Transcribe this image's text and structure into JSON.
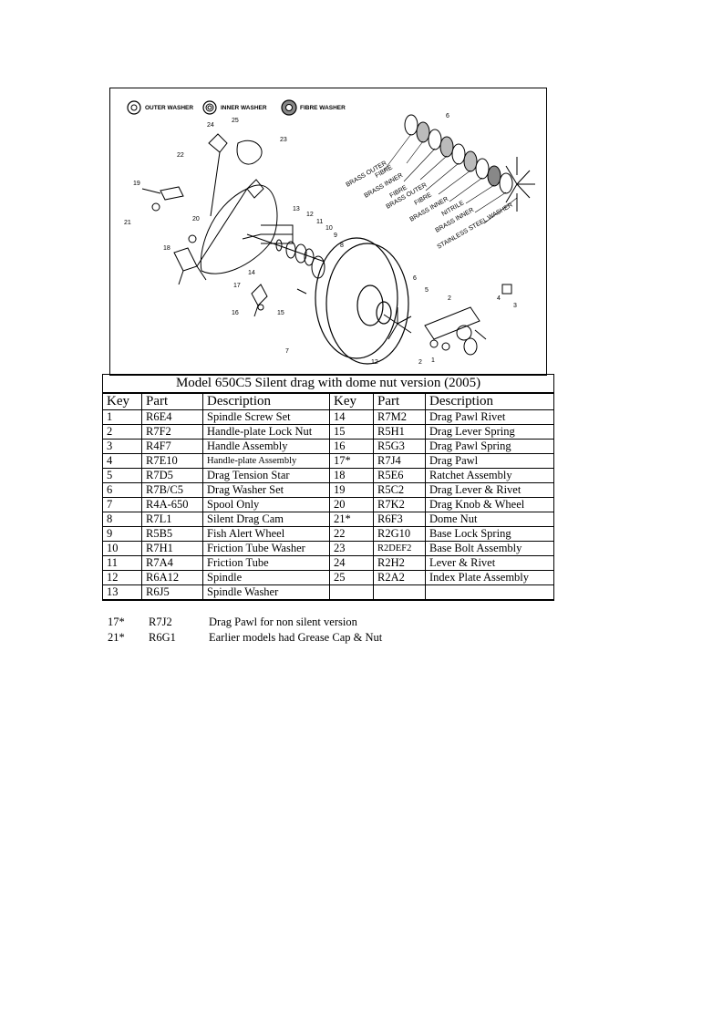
{
  "diagram": {
    "legend": {
      "outer_washer": "OUTER WASHER",
      "inner_washer": "INNER WASHER",
      "fibre_washer": "FIBRE WASHER"
    },
    "callouts": [
      "1",
      "2",
      "2",
      "3",
      "4",
      "5",
      "6",
      "6",
      "7",
      "8",
      "9",
      "10",
      "11",
      "12",
      "12",
      "13",
      "14",
      "15",
      "16",
      "17",
      "18",
      "19",
      "20",
      "21",
      "22",
      "23",
      "24",
      "25"
    ],
    "washer_stack_labels": [
      "BRASS OUTER",
      "FIBRE",
      "BRASS INNER",
      "FIBRE",
      "BRASS OUTER",
      "FIBRE",
      "BRASS INNER",
      "NITRILE",
      "BRASS INNER",
      "STAINLESS STEEL WASHER"
    ]
  },
  "table": {
    "title": "Model 650C5 Silent drag with dome nut version (2005)",
    "headers": [
      "Key",
      "Part",
      "Description",
      "Key",
      "Part",
      "Description"
    ],
    "rows": [
      [
        "1",
        "R6E4",
        "Spindle Screw Set",
        "14",
        "R7M2",
        "Drag Pawl Rivet"
      ],
      [
        "2",
        "R7F2",
        "Handle-plate Lock Nut",
        "15",
        "R5H1",
        "Drag Lever Spring"
      ],
      [
        "3",
        "R4F7",
        "Handle Assembly",
        "16",
        "R5G3",
        "Drag Pawl Spring"
      ],
      [
        "4",
        "R7E10",
        "Handle-plate Assembly",
        "17*",
        "R7J4",
        "Drag Pawl"
      ],
      [
        "5",
        "R7D5",
        "Drag Tension Star",
        "18",
        "R5E6",
        "Ratchet Assembly"
      ],
      [
        "6",
        "R7B/C5",
        "Drag Washer Set",
        "19",
        "R5C2",
        "Drag Lever & Rivet"
      ],
      [
        "7",
        "R4A-650",
        "Spool Only",
        "20",
        "R7K2",
        "Drag Knob & Wheel"
      ],
      [
        "8",
        "R7L1",
        "Silent Drag Cam",
        "21*",
        "R6F3",
        "Dome Nut"
      ],
      [
        "9",
        "R5B5",
        "Fish Alert Wheel",
        "22",
        "R2G10",
        "Base Lock Spring"
      ],
      [
        "10",
        "R7H1",
        "Friction Tube Washer",
        "23",
        "R2DEF2",
        "Base Bolt Assembly"
      ],
      [
        "11",
        "R7A4",
        "Friction Tube",
        "24",
        "R2H2",
        "Lever & Rivet"
      ],
      [
        "12",
        "R6A12",
        "Spindle",
        "25",
        "R2A2",
        "Index Plate Assembly"
      ],
      [
        "13",
        "R6J5",
        "Spindle Washer",
        "",
        "",
        ""
      ]
    ]
  },
  "notes": [
    {
      "key": "17*",
      "part": "R7J2",
      "text": "Drag Pawl for non silent version"
    },
    {
      "key": "21*",
      "part": "R6G1",
      "text": "Earlier models had Grease Cap & Nut"
    }
  ]
}
